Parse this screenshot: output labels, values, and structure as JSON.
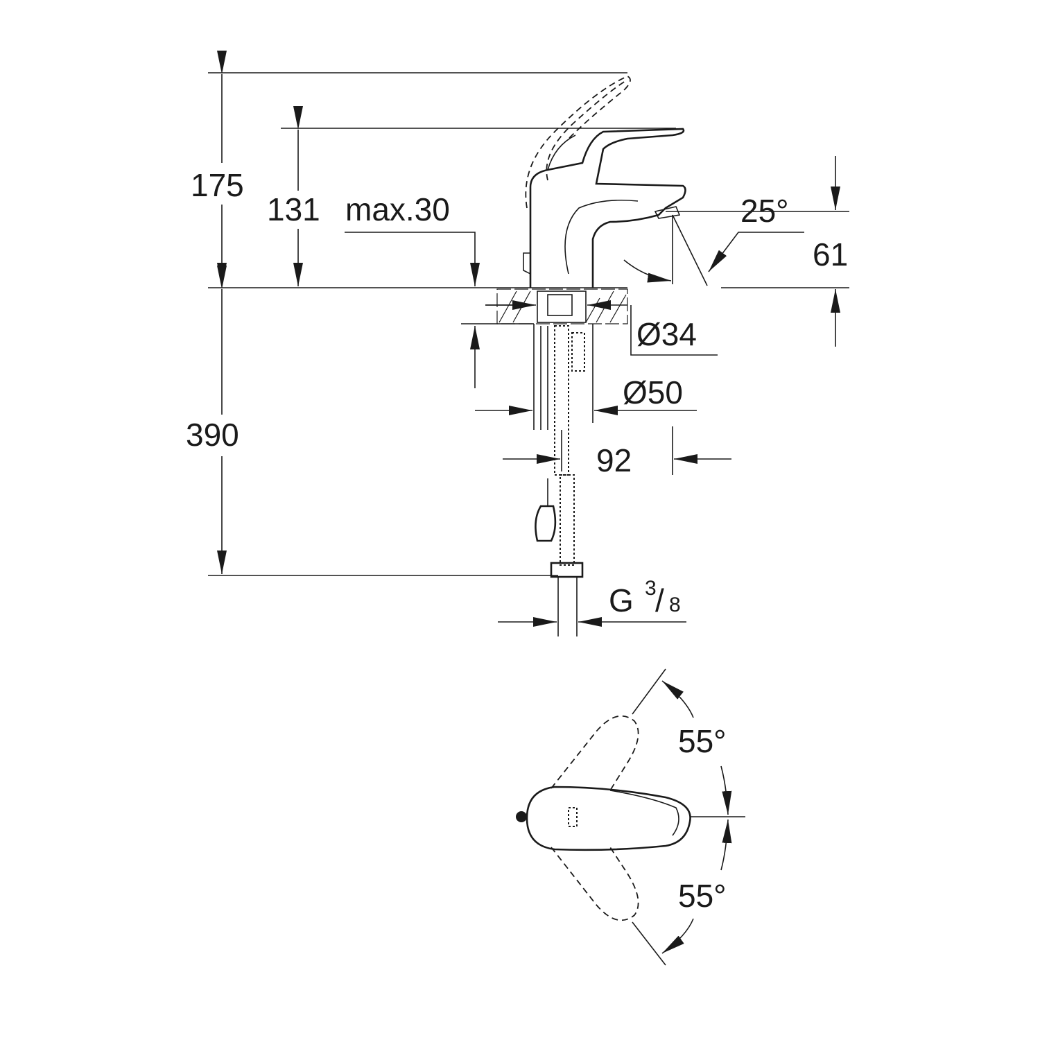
{
  "drawing": {
    "dimensions": {
      "total_height": "175",
      "handle_height": "131",
      "max_deck_thickness": "max.30",
      "spout_angle": "25°",
      "spout_height": "61",
      "hole_diameter": "Ø34",
      "base_diameter": "Ø50",
      "hose_length": "390",
      "spout_reach": "92",
      "connection_thread": "G",
      "thread_num": "3",
      "thread_den": "8",
      "rotation_left": "55°",
      "rotation_right": "55°"
    },
    "stroke_color": "#1a1a1a",
    "background": "#ffffff"
  }
}
